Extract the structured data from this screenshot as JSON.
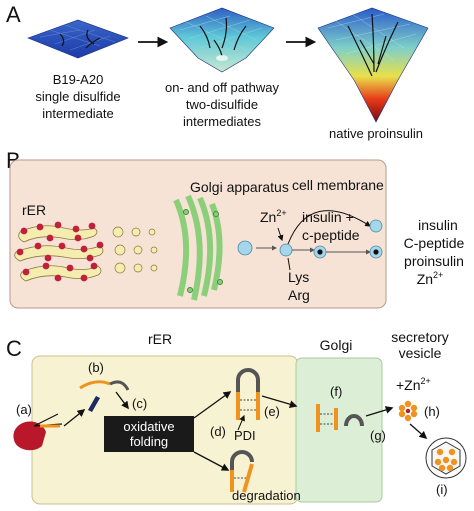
{
  "panels": {
    "a": {
      "letter": "A",
      "stage1_line1": "B19-A20",
      "stage1_line2": "single disulfide",
      "stage1_line3": "intermediate",
      "stage2_line1": "on- and off pathway",
      "stage2_line2": "two-disulfide",
      "stage2_line3": "intermediates",
      "stage3_line1": "native proinsulin"
    },
    "b": {
      "letter": "B",
      "rer": "rER",
      "golgi": "Golgi apparatus",
      "cell_membrane": "cell membrane",
      "zinc": "Zn",
      "zinc_charge": "2+",
      "insulin_plus": "insulin +",
      "c_peptide": "c-peptide",
      "lys": "Lys",
      "arg": "Arg",
      "out_insulin": "insulin",
      "out_cpeptide": "C-peptide",
      "out_proinsulin": "proinsulin",
      "out_zinc": "Zn",
      "out_zinc_charge": "2+"
    },
    "c": {
      "letter": "C",
      "rer": "rER",
      "golgi": "Golgi",
      "secretory_line1": "secretory",
      "secretory_line2": "vesicle",
      "step_a": "(a)",
      "step_b": "(b)",
      "step_c": "(c)",
      "step_d": "(d)",
      "step_e": "(e)",
      "step_f": "(f)",
      "step_g": "(g)",
      "step_h": "(h)",
      "step_i": "(i)",
      "oxidative_line1": "oxidative",
      "oxidative_line2": "folding",
      "pdi": "PDI",
      "degradation": "degradation",
      "plus_zinc": "+Zn",
      "plus_zinc_charge": "2+"
    }
  },
  "colors": {
    "cell_bg": "#f6e3d6",
    "rer_fill": "#f5edb0",
    "rer_dots": "#c0203a",
    "golgi_green": "#8ccf7a",
    "vesicle_blue": "#a6d6ea",
    "er_zone": "#f7f3d2",
    "golgi_zone": "#dceed6",
    "orange": "#f0931e",
    "gray_chain": "#555555",
    "box_black": "#1a1a1a"
  }
}
